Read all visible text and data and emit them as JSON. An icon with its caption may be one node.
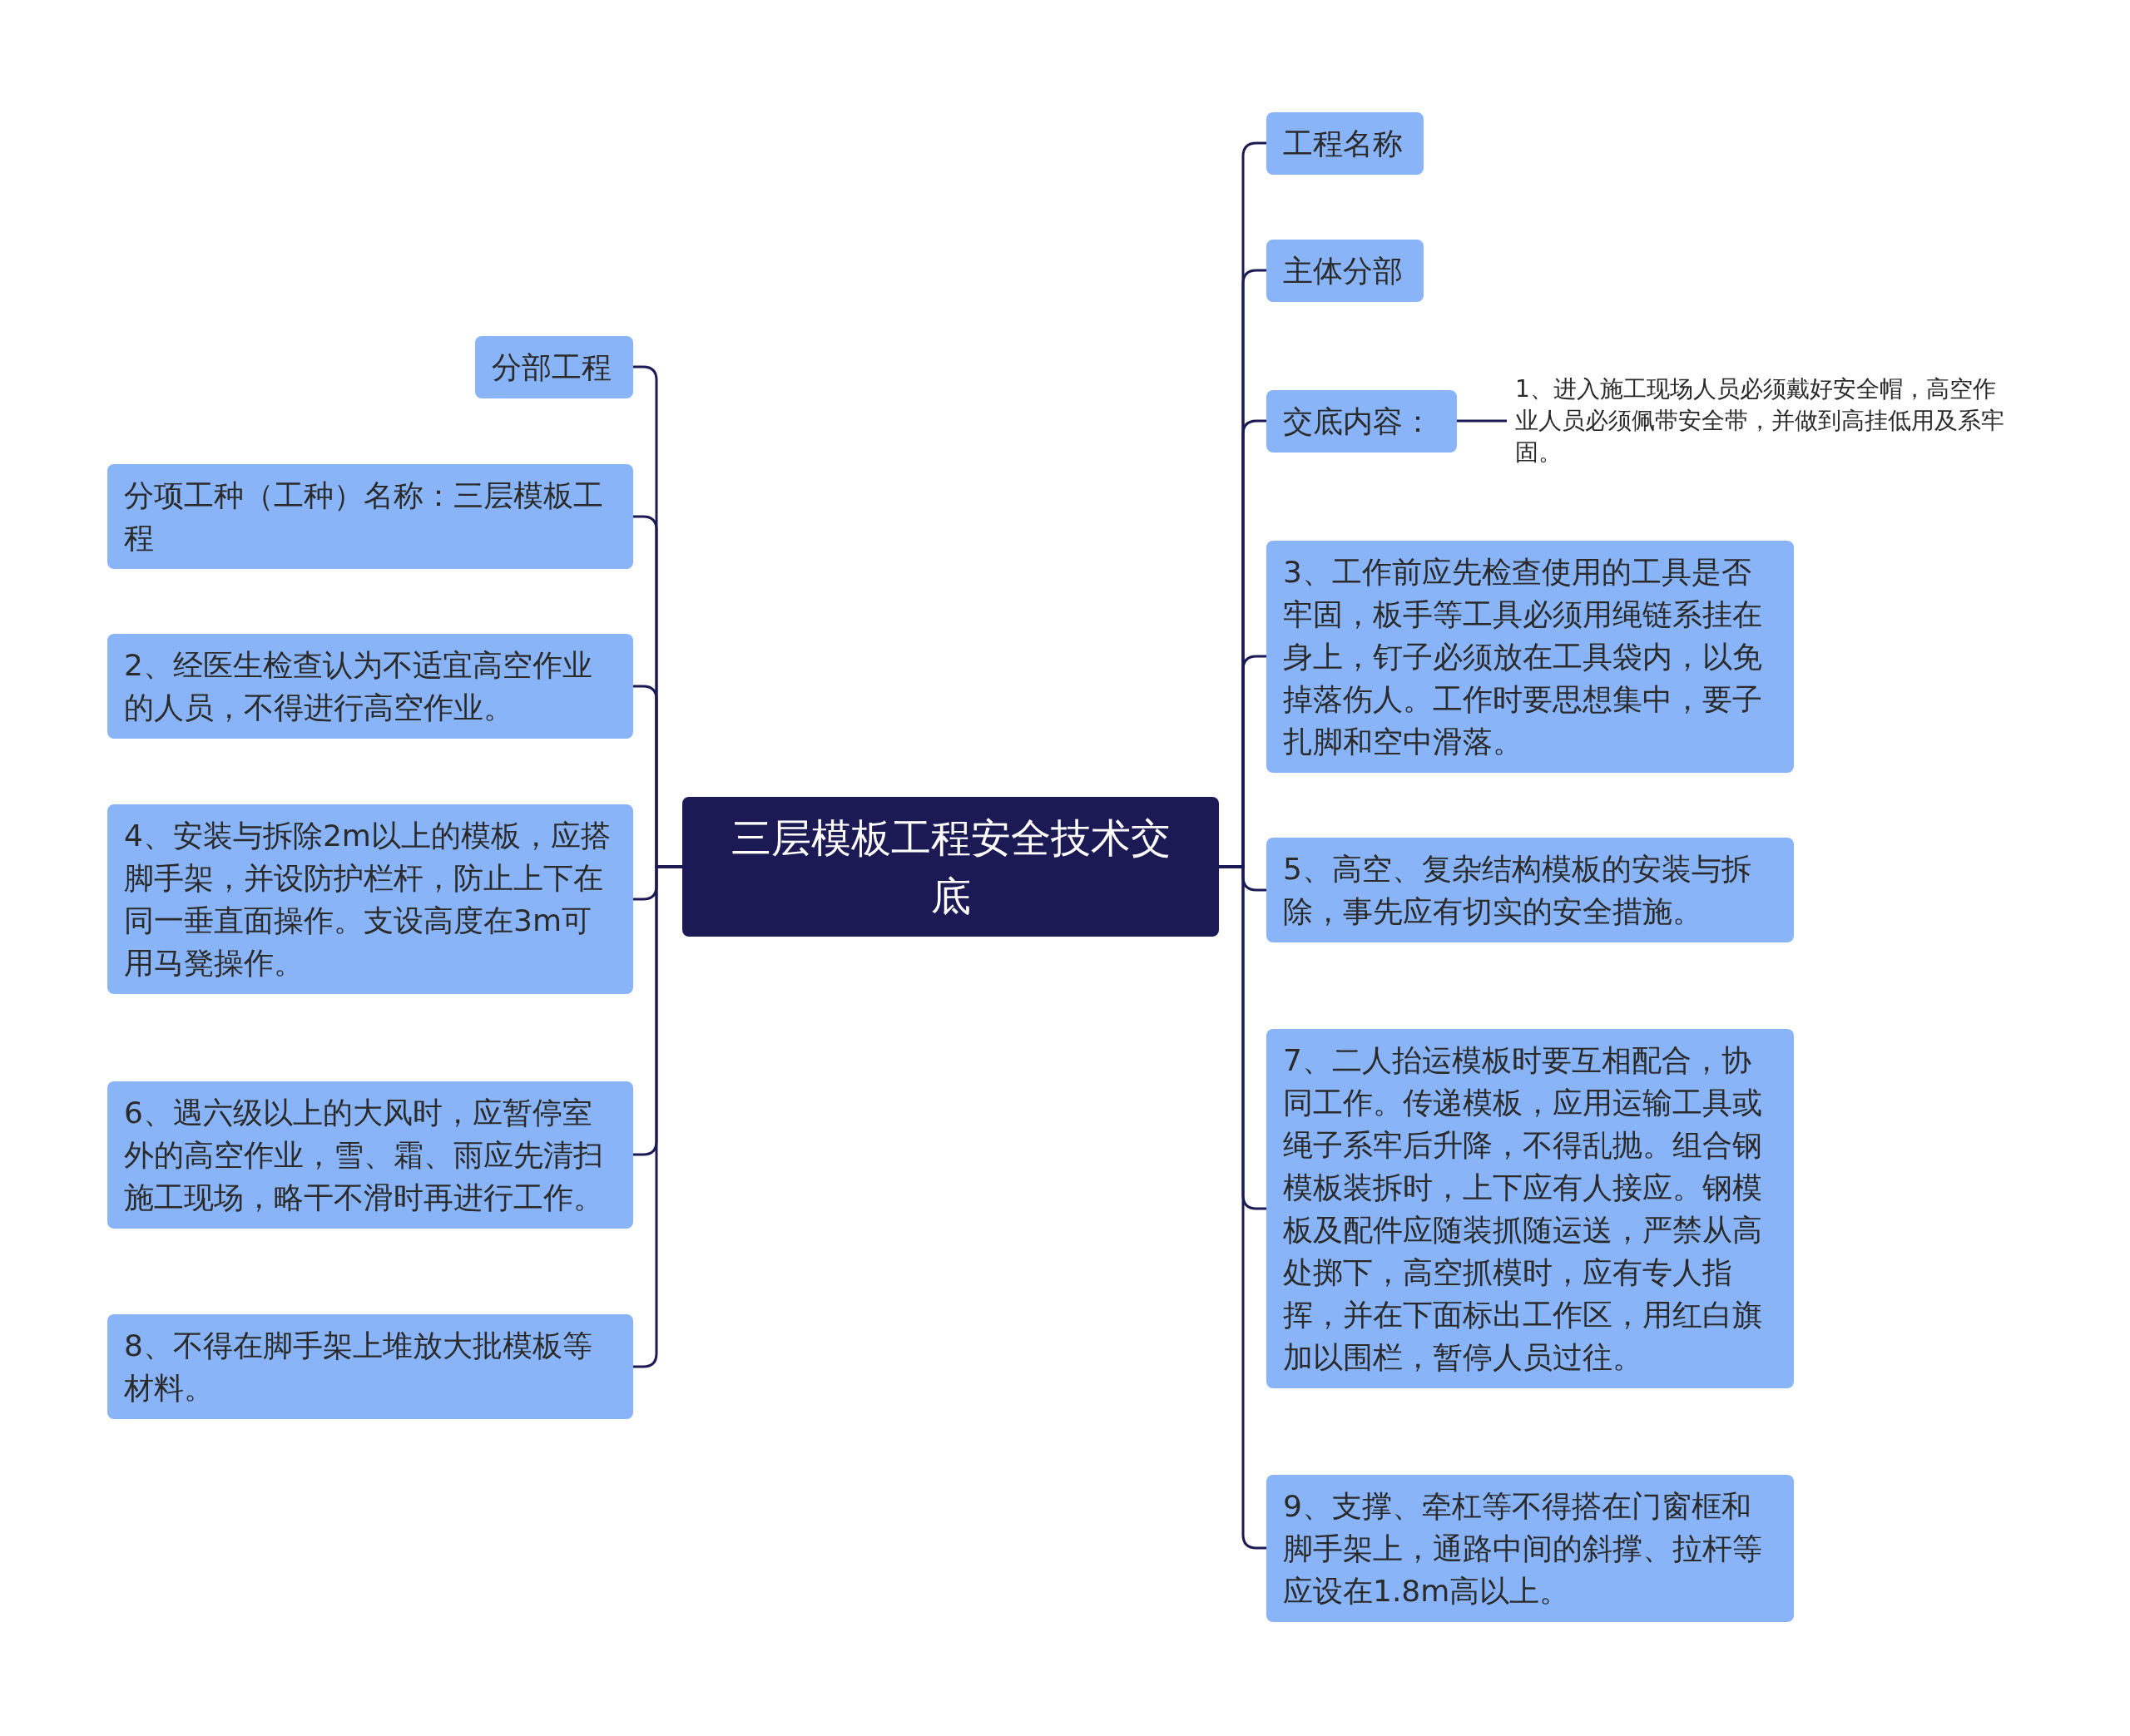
{
  "diagram": {
    "nodes": [
      {
        "text": [
          "三层模板工程安全技术交底"
        ]
      },
      {
        "text": [
          "分部工程"
        ]
      },
      {
        "text": [
          "分项工种（工种）名称：三层模板工程"
        ]
      },
      {
        "text": [
          "2、经医生检查认为不适宜高空作业的人员，不得进行高空作业。"
        ]
      },
      {
        "text": [
          "4、安装与拆除2m以上的模板，应搭脚手架，并设防护栏杆，防止上下在同一垂直面操作。支设高度在3m可用马凳操作。"
        ]
      },
      {
        "text": [
          "6、遇六级以上的大风时，应暂停室外的高空作业，雪、霜、雨应先清扫施工现场，略干不滑时再进行工作。"
        ]
      },
      {
        "text": [
          "8、不得在脚手架上堆放大批模板等材料。"
        ]
      },
      {
        "text": [
          "工程名称"
        ]
      },
      {
        "text": [
          "主体分部"
        ]
      },
      {
        "text": [
          "交底内容："
        ]
      },
      {
        "text": [
          "1、进入施工现场人员必须戴好安全帽，高空作业人员必须佩带安全带，并做到高挂低用及系牢固。"
        ]
      },
      {
        "text": [
          "3、工作前应先检查使用的工具是否牢固，板手等工具必须用绳链系挂在身上，钉子必须放在工具袋内，以免掉落伤人。工作时要思想集中，要子扎脚和空中滑落。"
        ]
      },
      {
        "text": [
          "5、高空、复杂结构模板的安装与拆除，事先应有切实的安全措施。"
        ]
      },
      {
        "text": [
          "7、二人抬运模板时要互相配合，协同工作。传递模板，应用运输工具或绳子系牢后升降，不得乱抛。组合钢模板装拆时，上下应有人接应。钢模板及配件应随装抓随运送，严禁从高处掷下，高空抓模时，应有专人指挥，并在下面标出工作区，用红白旗加以围栏，暂停人员过往。"
        ]
      },
      {
        "text": [
          "9、支撑、牵杠等不得搭在门窗框和脚手架上，通路中间的斜撑、拉杆等应设在1.8m高以上。"
        ]
      }
    ],
    "edges": [
      {
        "from": 0,
        "to": 1,
        "arrow": "none"
      },
      {
        "from": 0,
        "to": 2,
        "arrow": "none"
      },
      {
        "from": 0,
        "to": 3,
        "arrow": "none"
      },
      {
        "from": 0,
        "to": 4,
        "arrow": "none"
      },
      {
        "from": 0,
        "to": 5,
        "arrow": "none"
      },
      {
        "from": 0,
        "to": 6,
        "arrow": "none"
      },
      {
        "from": 0,
        "to": 7,
        "arrow": "none"
      },
      {
        "from": 0,
        "to": 8,
        "arrow": "none"
      },
      {
        "from": 0,
        "to": 9,
        "arrow": "none"
      },
      {
        "from": 9,
        "to": 10,
        "arrow": "none"
      },
      {
        "from": 0,
        "to": 11,
        "arrow": "none"
      },
      {
        "from": 0,
        "to": 12,
        "arrow": "none"
      },
      {
        "from": 0,
        "to": 13,
        "arrow": "none"
      },
      {
        "from": 0,
        "to": 14,
        "arrow": "none"
      }
    ]
  }
}
